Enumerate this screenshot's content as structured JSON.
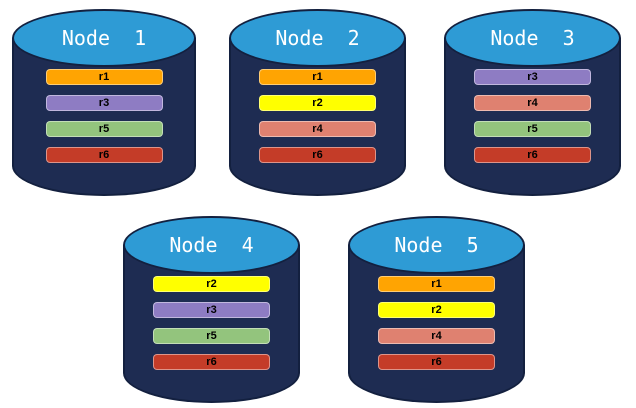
{
  "diagram": {
    "description": "Five database node cylinders holding replicated partitions r1-r6",
    "background": "#ffffff"
  },
  "colors": {
    "cylinder_body": "#1E2C52",
    "cylinder_outline": "#13203F",
    "cylinder_top": "#2E9BD5",
    "title_text": "#FFFFFF",
    "bar_text": "#000000",
    "replicas": {
      "r1": "#FFA402",
      "r2": "#FFFF00",
      "r3": "#8E7CC3",
      "r4": "#DF8170",
      "r5": "#93C47D",
      "r6": "#C43C28"
    }
  },
  "nodes": [
    {
      "title": "Node  1",
      "replicas": [
        "r1",
        "r3",
        "r5",
        "r6"
      ]
    },
    {
      "title": "Node  2",
      "replicas": [
        "r1",
        "r2",
        "r4",
        "r6"
      ]
    },
    {
      "title": "Node  3",
      "replicas": [
        "r3",
        "r4",
        "r5",
        "r6"
      ]
    },
    {
      "title": "Node  4",
      "replicas": [
        "r2",
        "r3",
        "r5",
        "r6"
      ]
    },
    {
      "title": "Node  5",
      "replicas": [
        "r1",
        "r2",
        "r4",
        "r6"
      ]
    }
  ]
}
